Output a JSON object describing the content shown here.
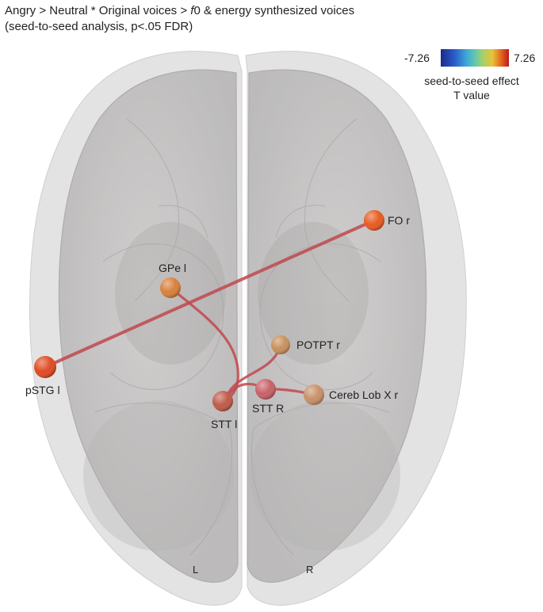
{
  "title": {
    "line1_pre": "Angry > Neutral * Original voices > ",
    "line1_italic": "f",
    "line1_post": "0 & energy synthesized voices",
    "line2": "(seed-to-seed analysis, p<.05 FDR)"
  },
  "colorbar": {
    "min": "-7.26",
    "max": "7.26",
    "label_line1": "seed-to-seed effect",
    "label_line2": "T value"
  },
  "hemispheres": {
    "left": "L",
    "right": "R"
  },
  "nodes": [
    {
      "id": "fo_r",
      "label": "FO r",
      "color": "#e85a20"
    },
    {
      "id": "gpe_l",
      "label": "GPe l",
      "color": "#d8803a"
    },
    {
      "id": "potpt_r",
      "label": "POTPT r",
      "color": "#c8905c"
    },
    {
      "id": "pstg_l",
      "label": "pSTG l",
      "color": "#e04a22"
    },
    {
      "id": "stt_r",
      "label": "STT R",
      "color": "#c86068"
    },
    {
      "id": "stt_l",
      "label": "STT l",
      "color": "#c05a48"
    },
    {
      "id": "cereb_r",
      "label": "Cereb Lob X r",
      "color": "#c89068"
    }
  ],
  "connections": [
    {
      "from": "pstg_l",
      "to": "fo_r"
    },
    {
      "from": "gpe_l",
      "to": "stt_l"
    },
    {
      "from": "stt_l",
      "to": "potpt_r"
    },
    {
      "from": "stt_l",
      "to": "stt_r"
    },
    {
      "from": "stt_r",
      "to": "cereb_r"
    }
  ]
}
